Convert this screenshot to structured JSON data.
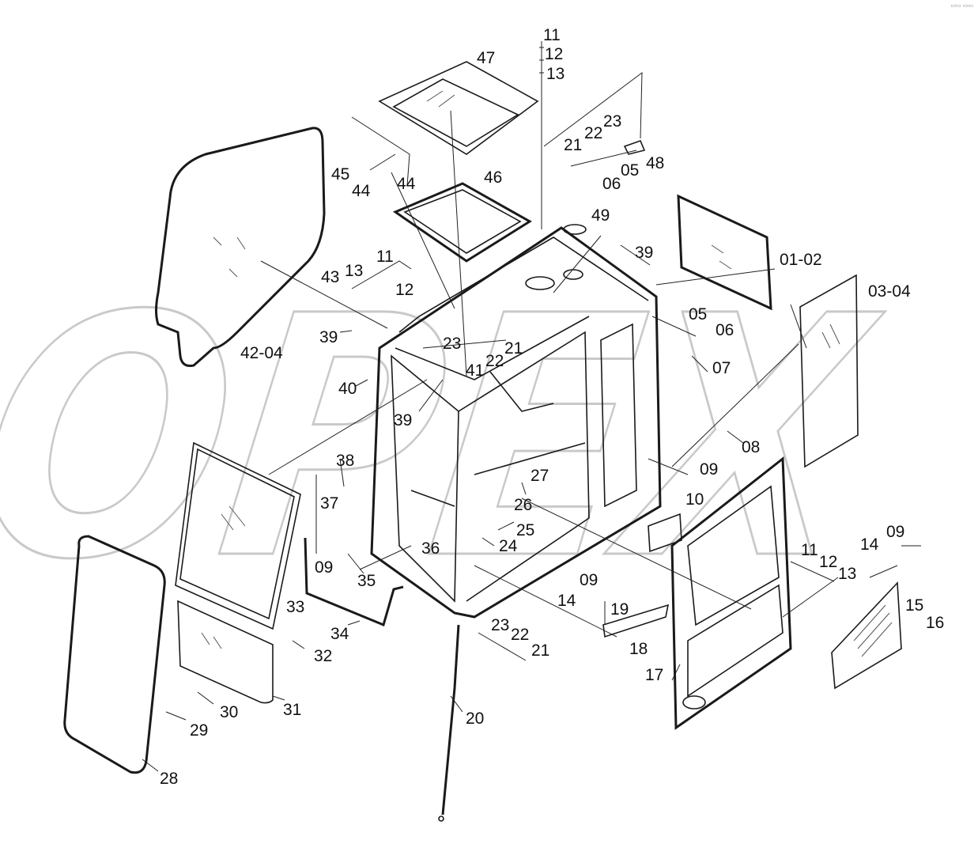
{
  "watermark": {
    "text": "OPEX"
  },
  "corner_mark": "▭▭ ▭▭",
  "callouts": [
    {
      "id": "47",
      "text": "47"
    },
    {
      "id": "11a",
      "text": "11"
    },
    {
      "id": "12a",
      "text": "12"
    },
    {
      "id": "13a",
      "text": "13"
    },
    {
      "id": "22a",
      "text": "22"
    },
    {
      "id": "23a",
      "text": "23"
    },
    {
      "id": "21a",
      "text": "21"
    },
    {
      "id": "48",
      "text": "48"
    },
    {
      "id": "05a",
      "text": "05"
    },
    {
      "id": "06a",
      "text": "06"
    },
    {
      "id": "45",
      "text": "45"
    },
    {
      "id": "44a",
      "text": "44"
    },
    {
      "id": "44b",
      "text": "44"
    },
    {
      "id": "46",
      "text": "46"
    },
    {
      "id": "49",
      "text": "49"
    },
    {
      "id": "39a",
      "text": "39"
    },
    {
      "id": "01-02",
      "text": "01-02"
    },
    {
      "id": "03-04",
      "text": "03-04"
    },
    {
      "id": "11b",
      "text": "11"
    },
    {
      "id": "13b",
      "text": "13"
    },
    {
      "id": "43",
      "text": "43"
    },
    {
      "id": "12b",
      "text": "12"
    },
    {
      "id": "05b",
      "text": "05"
    },
    {
      "id": "06b",
      "text": "06"
    },
    {
      "id": "39b",
      "text": "39"
    },
    {
      "id": "23b",
      "text": "23"
    },
    {
      "id": "21b",
      "text": "21"
    },
    {
      "id": "22b",
      "text": "22"
    },
    {
      "id": "41",
      "text": "41"
    },
    {
      "id": "42-04",
      "text": "42-04"
    },
    {
      "id": "07",
      "text": "07"
    },
    {
      "id": "40",
      "text": "40"
    },
    {
      "id": "39c",
      "text": "39"
    },
    {
      "id": "08",
      "text": "08"
    },
    {
      "id": "09a",
      "text": "09"
    },
    {
      "id": "38",
      "text": "38"
    },
    {
      "id": "37",
      "text": "37"
    },
    {
      "id": "27",
      "text": "27"
    },
    {
      "id": "26",
      "text": "26"
    },
    {
      "id": "10",
      "text": "10"
    },
    {
      "id": "25",
      "text": "25"
    },
    {
      "id": "24",
      "text": "24"
    },
    {
      "id": "36",
      "text": "36"
    },
    {
      "id": "09b",
      "text": "09"
    },
    {
      "id": "14a",
      "text": "14"
    },
    {
      "id": "09c",
      "text": "09"
    },
    {
      "id": "35",
      "text": "35"
    },
    {
      "id": "11c",
      "text": "11"
    },
    {
      "id": "12c",
      "text": "12"
    },
    {
      "id": "13c",
      "text": "13"
    },
    {
      "id": "09d",
      "text": "09"
    },
    {
      "id": "14b",
      "text": "14"
    },
    {
      "id": "19",
      "text": "19"
    },
    {
      "id": "15",
      "text": "15"
    },
    {
      "id": "33",
      "text": "33"
    },
    {
      "id": "16",
      "text": "16"
    },
    {
      "id": "34",
      "text": "34"
    },
    {
      "id": "23c",
      "text": "23"
    },
    {
      "id": "22c",
      "text": "22"
    },
    {
      "id": "32",
      "text": "32"
    },
    {
      "id": "18",
      "text": "18"
    },
    {
      "id": "21c",
      "text": "21"
    },
    {
      "id": "17",
      "text": "17"
    },
    {
      "id": "30",
      "text": "30"
    },
    {
      "id": "31",
      "text": "31"
    },
    {
      "id": "29",
      "text": "29"
    },
    {
      "id": "20",
      "text": "20"
    },
    {
      "id": "28",
      "text": "28"
    }
  ]
}
